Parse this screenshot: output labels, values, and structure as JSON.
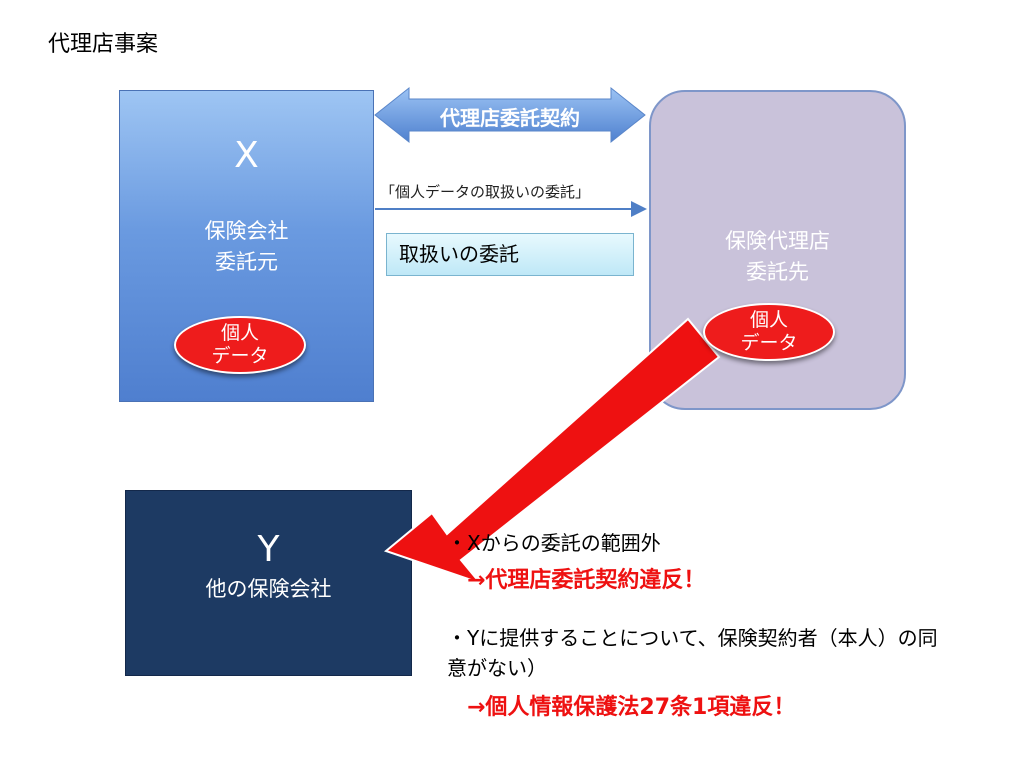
{
  "title": "代理店事案",
  "box_x": {
    "letter": "X",
    "line1": "保険会社",
    "line2": "委託元"
  },
  "box_agent": {
    "line1": "保険代理店",
    "line2": "委託先"
  },
  "box_y": {
    "letter": "Y",
    "line1": "他の保険会社"
  },
  "personal_data": {
    "line1": "個人",
    "line2": "データ"
  },
  "contract_label": "代理店委託契約",
  "handling_caption": "「個人データの取扱いの委託」",
  "handling_box": "取扱いの委託",
  "notes": {
    "n1_text": "・Xからの委託の範囲外",
    "n1_result": "→代理店委託契約違反！",
    "n2_text_line1": "・Yに提供することについて、保険契約者（本人）の同",
    "n2_text_line2": "意がない）",
    "n2_result": "→個人情報保護法27条1項違反！"
  },
  "colors": {
    "box_x": "#6a9ae0",
    "box_agent": "#c9c2da",
    "box_y": "#1d3a63",
    "ellipse": "#ee1c1c",
    "big_arrow": "#ee1111",
    "contract_arrow": "#5f8fd6",
    "violation_text": "#ee1111"
  }
}
